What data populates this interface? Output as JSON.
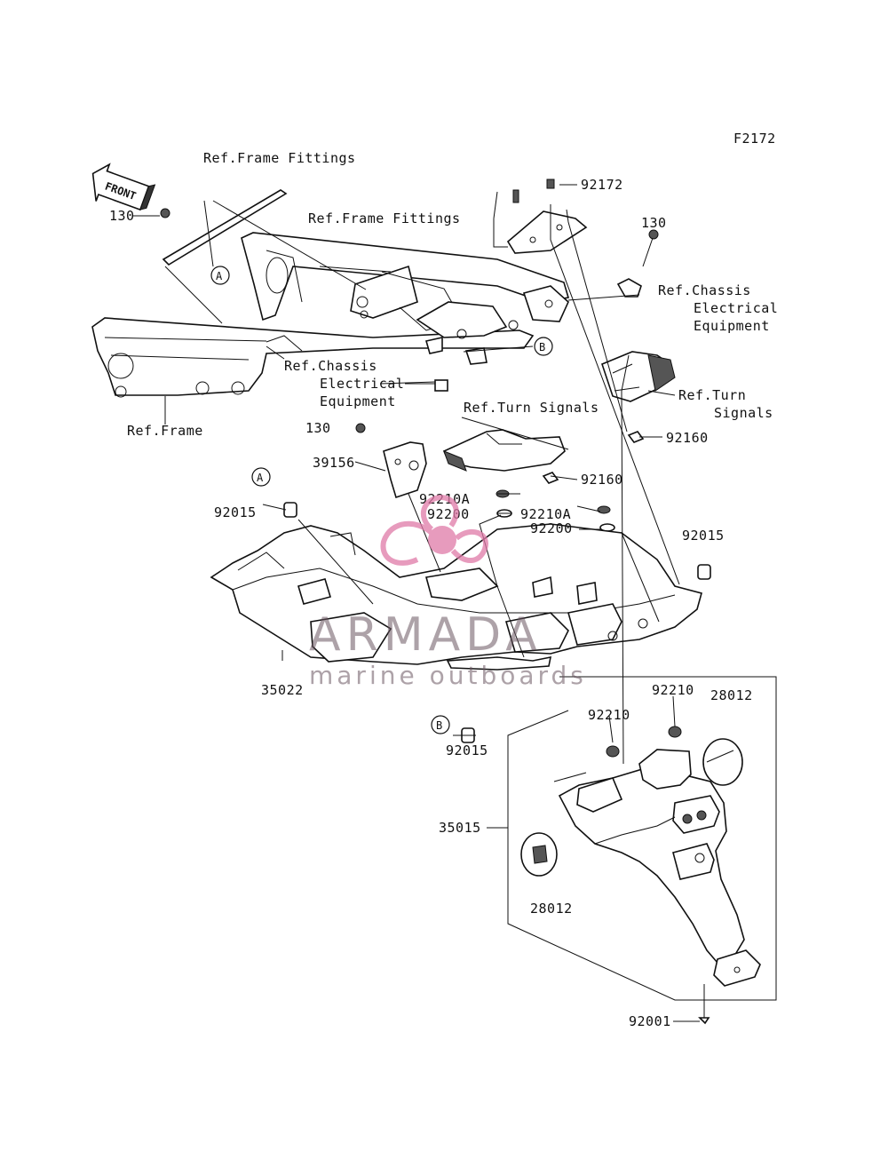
{
  "diagram": {
    "figure_code": "F2172",
    "front_arrow": "FRONT",
    "refs": {
      "frame_fittings_top": "Ref.Frame Fittings",
      "frame_fittings_mid": "Ref.Frame Fittings",
      "chassis_elec_right": [
        "Ref.Chassis",
        "Electrical",
        "Equipment"
      ],
      "chassis_elec_left": [
        "Ref.Chassis",
        "Electrical",
        "Equipment"
      ],
      "turn_signals_right": [
        "Ref.Turn",
        "Signals"
      ],
      "turn_signals_center": "Ref.Turn Signals",
      "frame": "Ref.Frame"
    },
    "callouts": {
      "a_circle": "A",
      "b_circle": "B"
    },
    "part_numbers": {
      "p130_top_left": "130",
      "p92172": "92172",
      "p130_right": "130",
      "p130_mid": "130",
      "p92160_right": "92160",
      "p39156": "39156",
      "p92160_center": "92160",
      "p92210A_left": "92210A",
      "p92200_left": "92200",
      "p92210A_right": "92210A",
      "p92200_right": "92200",
      "p92015_left": "92015",
      "p92015_right": "92015",
      "p35022": "35022",
      "p92015_bottom": "92015",
      "p92210_mid": "92210",
      "p92210_right": "92210",
      "p28012_right": "28012",
      "p35015": "35015",
      "p28012_left": "28012",
      "p92001": "92001"
    }
  },
  "watermark": {
    "brand": "ARMADA",
    "tagline": "marine outboards",
    "logo_color": "#e07aa8",
    "text_color": "#6a5560"
  }
}
